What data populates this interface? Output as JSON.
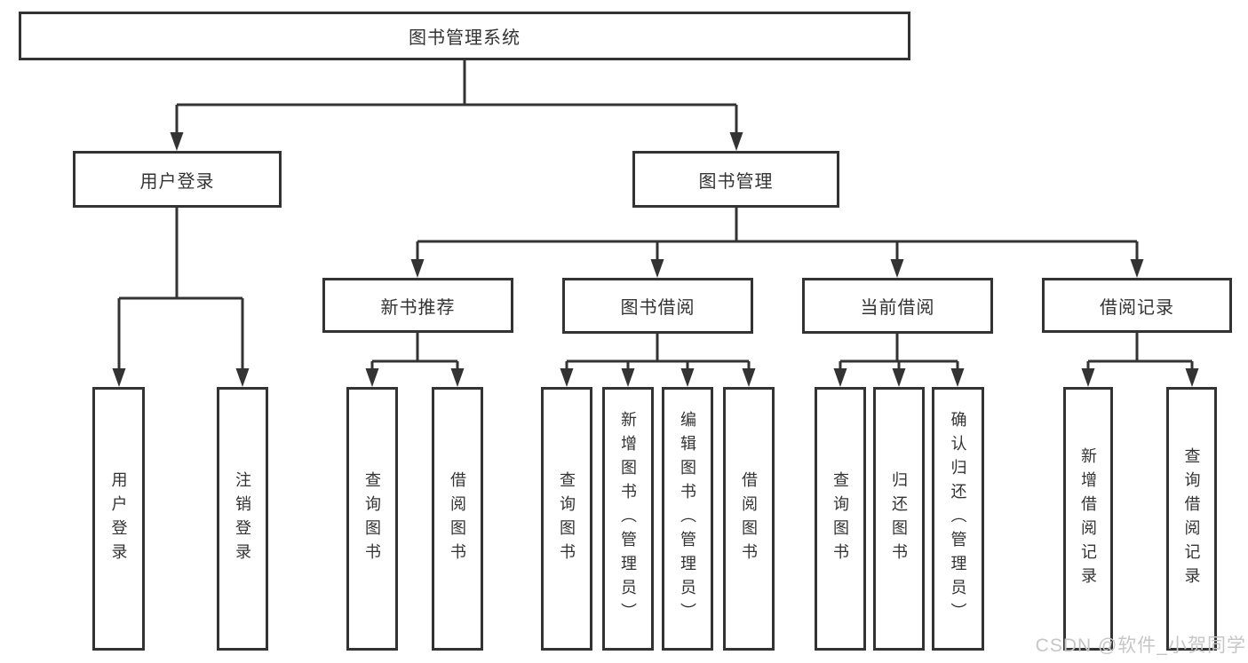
{
  "tree": {
    "root": {
      "label": "图书管理系统"
    },
    "children": [
      {
        "label": "用户登录",
        "children": [
          {
            "label": "用户登录"
          },
          {
            "label": "注销登录"
          }
        ]
      },
      {
        "label": "图书管理",
        "children": [
          {
            "label": "新书推荐",
            "children": [
              {
                "label": "查询图书"
              },
              {
                "label": "借阅图书"
              }
            ]
          },
          {
            "label": "图书借阅",
            "children": [
              {
                "label": "查询图书"
              },
              {
                "label": "新增图书（管理员）"
              },
              {
                "label": "编辑图书（管理员）"
              },
              {
                "label": "借阅图书"
              }
            ]
          },
          {
            "label": "当前借阅",
            "children": [
              {
                "label": "查询图书"
              },
              {
                "label": "归还图书"
              },
              {
                "label": "确认归还（管理员）"
              }
            ]
          },
          {
            "label": "借阅记录",
            "children": [
              {
                "label": "新增借阅记录"
              },
              {
                "label": "查询借阅记录"
              }
            ]
          }
        ]
      }
    ]
  },
  "watermark": {
    "text": "CSDN @软件_小贺同学"
  },
  "colors": {
    "line": "#333333",
    "text": "#333333",
    "box_background": "#ffffff",
    "background": "#ffffff",
    "watermark": "#c6c6c6"
  }
}
